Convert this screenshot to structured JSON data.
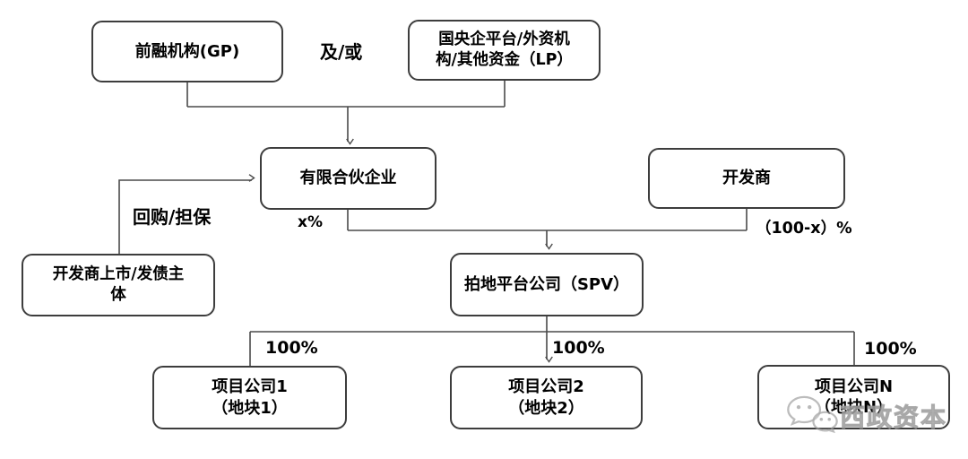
{
  "diagram": {
    "nodes": {
      "gp": {
        "label": "前融机构(GP)"
      },
      "lp": {
        "label": "国央企平台/外资机\n构/其他资金（LP）"
      },
      "partnership": {
        "label": "有限合伙企业"
      },
      "developer": {
        "label": "开发商"
      },
      "listed": {
        "label": "开发商上市/发债主\n体"
      },
      "spv": {
        "label": "拍地平台公司（SPV）"
      },
      "project1": {
        "label": "项目公司1\n（地块1）"
      },
      "project2": {
        "label": "项目公司2\n（地块2）"
      },
      "projectN": {
        "label": "项目公司N\n（地块N）"
      }
    },
    "edge_labels": {
      "and_or": "及/或",
      "buyback_guarantee": "回购/担保",
      "x_percent": "x%",
      "hundred_minus_x_percent": "（100-x）%",
      "hundred_percent_1": "100%",
      "hundred_percent_2": "100%",
      "hundred_percent_3": "100%"
    },
    "watermark": {
      "icon": "wechat-icon",
      "brand": "西政资本"
    },
    "colors": {
      "line": "#4a4a4a",
      "box_border": "#3d3d3d",
      "box_fill": "#ffffff",
      "text": "#000000",
      "watermark": "#bebebe"
    }
  }
}
